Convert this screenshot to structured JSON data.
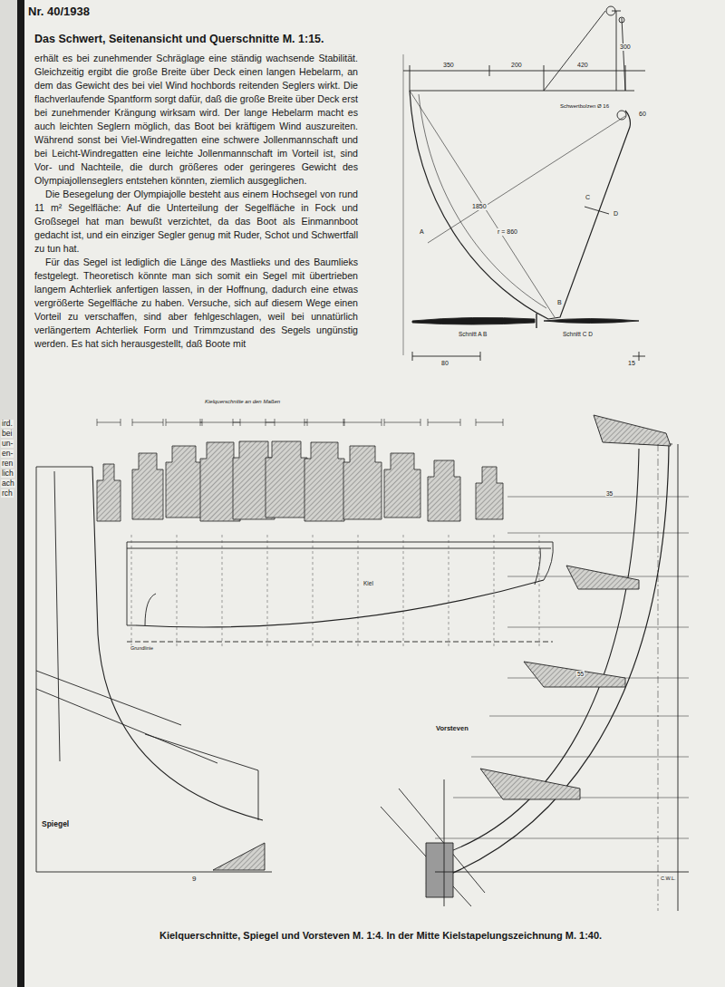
{
  "diagram": {
    "title": "Das Schwert, Seitenansicht und Querschnitte M. 1:15.",
    "caption": "Kielquerschnitte, Spiegel und Vorsteven M. 1:4. In der Mitte Kielstapelungszeichnung M. 1:40.",
    "labels": [
      "Nr. 40/1938",
      "erhält es bei zunehmender Schräglage eine ständig wachsende Stabilität. Gleichzeitig ergibt die große Breite über Deck einen langen Hebelarm, an dem das Gewicht des bei viel Wind hochbords reitenden Seglers wirkt. Die flachverlaufende Spantform sorgt dafür, daß die große Breite über Deck erst bei zunehmender Krängung wirksam wird. Der lange Hebelarm macht es auch leichten Seglern möglich, das Boot bei kräftigem Wind auszureiten. Während sonst bei Viel-Windregatten eine schwere Jollenmannschaft und bei Leicht-Windregatten eine leichte Jollenmannschaft im Vorteil ist, sind Vor- und Nachteile, die durch größeres oder geringeres Gewicht des Olympiajollenseglers entstehen könnten, ziemlich ausgeglichen.",
      "Die Besegelung der Olympiajolle besteht aus einem Hochsegel von rund 11 m² Segelfläche: Auf die Unterteilung der Segelfläche in Fock und Großsegel hat man bewußt verzichtet, da das Boot als Einmannboot gedacht ist, und ein einziger Segler genug mit Ruder, Schot und Schwertfall zu tun hat.",
      "Für das Segel ist lediglich die Länge des Mastlieks und des Baumlieks festgelegt. Theoretisch könnte man sich somit ein Segel mit übertrieben langem Achterliek anfertigen lassen, in der Hoffnung, dadurch eine etwas vergrößerte Segelfläche zu haben. Versuche, sich auf diesem Wege einen Vorteil zu verschaffen, sind aber fehlgeschlagen, weil bei unnatürlich verlängertem Achterliek Form und Trimmzustand des Segels ungünstig werden. Es hat sich herausgestellt, daß Boote mit",
      "ird.",
      "bei",
      "un-",
      "en-",
      "ren",
      "lich",
      "ach",
      "rch",
      "350",
      "200",
      "420",
      "300",
      "Schwertbolzen Ø 16",
      "60",
      "1850",
      "r = 860",
      "A",
      "B",
      "C",
      "D",
      "Schnitt A B",
      "Schnitt C D",
      "80",
      "15",
      "Kielquerschnitte an den Maßen",
      "Kiel",
      "Grundlinie",
      "Vorsteven",
      "Spiegel",
      "C.W.L.",
      "35",
      "55",
      "9"
    ]
  }
}
